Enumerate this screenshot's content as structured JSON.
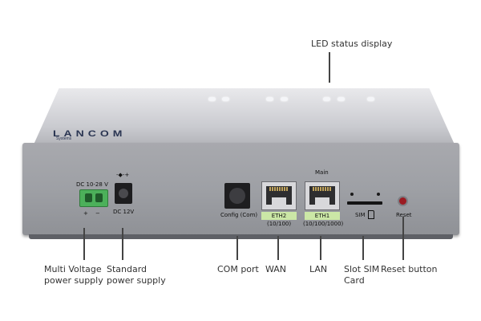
{
  "callouts": {
    "led_status": "LED status display",
    "multi_voltage_l1": "Multi Voltage",
    "multi_voltage_l2": "power supply",
    "standard_power_l1": "Standard",
    "standard_power_l2": "power supply",
    "com_port": "COM port",
    "wan": "WAN",
    "lan": "LAN",
    "slot_sim_l1": "Slot SIM",
    "slot_sim_l2": "Card",
    "reset": "Reset button"
  },
  "device": {
    "logo": "LANCOM",
    "logo_sub": "Systems",
    "dc_range": "DC 10-28 V",
    "plus": "+",
    "minus": "−",
    "polarity_symbol": "-◆-+",
    "dc_12v": "DC 12V",
    "config": "Config (Com)",
    "eth2": "ETH2",
    "eth2_speed": "(10/100)",
    "main": "Main",
    "eth1": "ETH1",
    "eth1_speed": "(10/100/1000)",
    "sim": "SIM",
    "reset": "Reset"
  },
  "colors": {
    "chassis": "#9ea0a5",
    "terminal_green": "#4cb05a",
    "port_tag_green": "#cbe7a6",
    "reset_red": "#9b1b22"
  }
}
